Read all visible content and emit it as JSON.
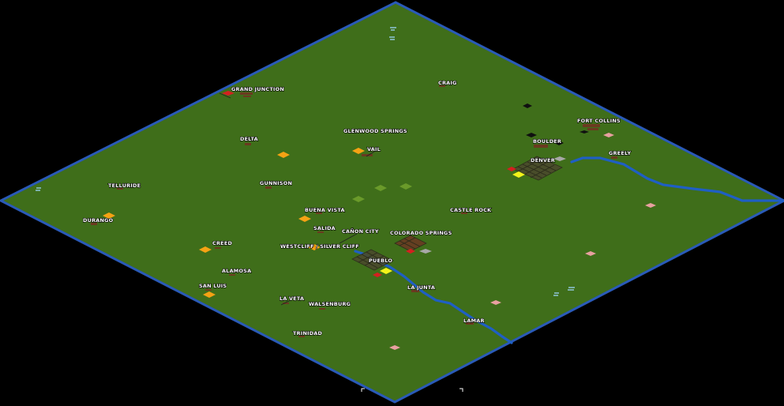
{
  "window": {
    "title": ""
  },
  "map": {
    "terrain_color": "#3f6e1a",
    "edge_color": "#2a5ab8",
    "river_color": "#1f5fc4",
    "background": "#000000"
  },
  "towns": [
    {
      "key": "grand-junction",
      "label": "GRAND JUNCTION"
    },
    {
      "key": "craig",
      "label": "CRAIG"
    },
    {
      "key": "fort-collins",
      "label": "FORT COLLINS"
    },
    {
      "key": "boulder",
      "label": "BOULDER"
    },
    {
      "key": "denver",
      "label": "DENVER"
    },
    {
      "key": "greely",
      "label": "GREELY"
    },
    {
      "key": "delta",
      "label": "DELTA"
    },
    {
      "key": "glenwood-springs",
      "label": "GLENWOOD SPRINGS"
    },
    {
      "key": "vail",
      "label": "VAIL"
    },
    {
      "key": "telluride",
      "label": "TELLURIDE"
    },
    {
      "key": "gunnison",
      "label": "GUNNISON"
    },
    {
      "key": "durango",
      "label": "DURANGO"
    },
    {
      "key": "buena-vista",
      "label": "BUENA VISTA"
    },
    {
      "key": "castle-rock",
      "label": "CASTLE ROCK"
    },
    {
      "key": "salida",
      "label": "SALIDA"
    },
    {
      "key": "canon-city",
      "label": "CAÑON CITY"
    },
    {
      "key": "colorado-springs",
      "label": "COLORADO SPRINGS"
    },
    {
      "key": "creed",
      "label": "CREED"
    },
    {
      "key": "westcliff-silver-cliff",
      "label": "WESTCLIFF / SILVER CLIFF"
    },
    {
      "key": "pueblo",
      "label": "PUEBLO"
    },
    {
      "key": "alamosa",
      "label": "ALAMOSA"
    },
    {
      "key": "san-luis",
      "label": "SAN LUIS"
    },
    {
      "key": "la-junta",
      "label": "LA JUNTA"
    },
    {
      "key": "la-veta",
      "label": "LA VETA"
    },
    {
      "key": "walsenburg",
      "label": "WALSENBURG"
    },
    {
      "key": "lamar",
      "label": "LAMAR"
    },
    {
      "key": "trinidad",
      "label": "TRINIDAD"
    }
  ],
  "industries": [
    {
      "type": "farm",
      "color": "#f5a214"
    },
    {
      "type": "forest",
      "color": "#6a9a2a"
    },
    {
      "type": "power-station",
      "color": "#d42020"
    },
    {
      "type": "bank",
      "color": "#f2f21a"
    },
    {
      "type": "factory",
      "color": "#a8a8a8"
    },
    {
      "type": "oil-wells",
      "color": "#101010"
    },
    {
      "type": "farmland",
      "color": "#e8a0a0"
    }
  ],
  "icons": [
    "fish-icon",
    "viewport-corner-icon"
  ]
}
